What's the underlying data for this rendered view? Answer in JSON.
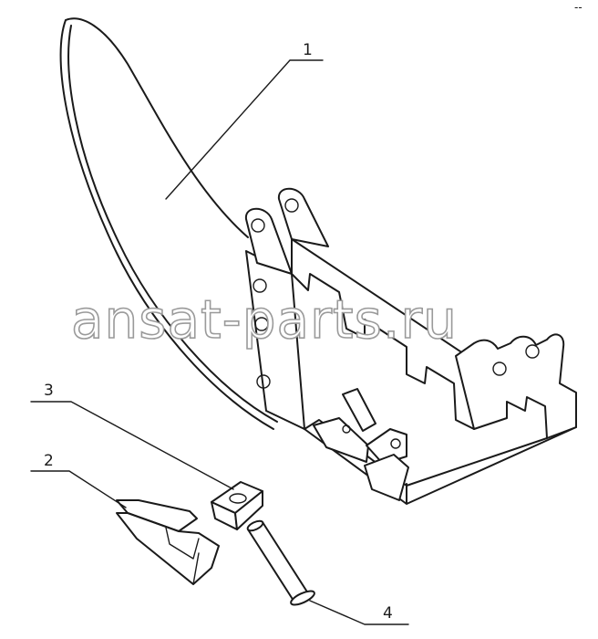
{
  "watermark": "ansat-parts.ru",
  "corner_mark": "--",
  "callouts": [
    {
      "id": "1",
      "label": "1"
    },
    {
      "id": "2",
      "label": "2"
    },
    {
      "id": "3",
      "label": "3"
    },
    {
      "id": "4",
      "label": "4"
    }
  ]
}
